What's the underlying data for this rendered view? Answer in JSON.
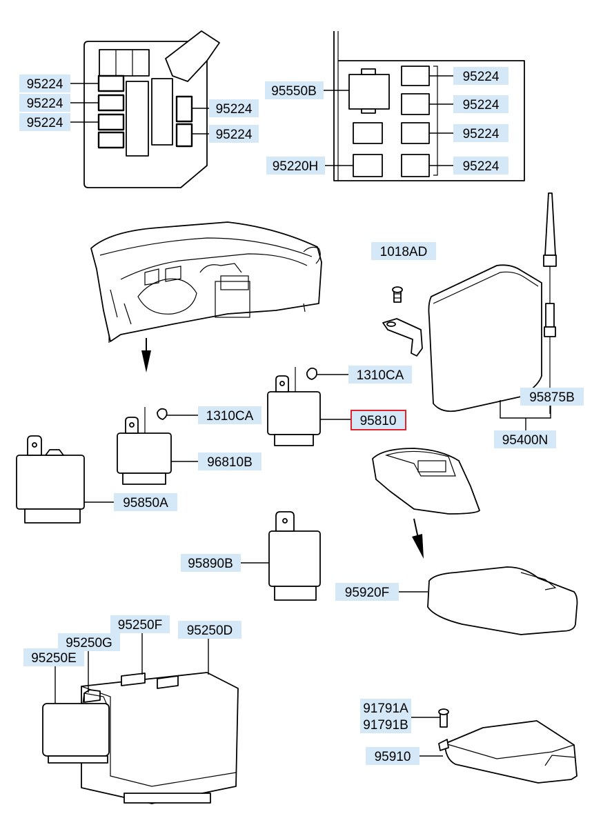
{
  "labels": {
    "p95224_a": "95224",
    "p95224_b": "95224",
    "p95224_c": "95224",
    "p95224_d": "95224",
    "p95224_e": "95224",
    "p95550b": "95550B",
    "p95220h": "95220H",
    "p95224_f": "95224",
    "p95224_g": "95224",
    "p95224_h": "95224",
    "p95224_i": "95224",
    "p1018ad": "1018AD",
    "p1310ca_a": "1310CA",
    "p1310ca_b": "1310CA",
    "p95810": "95810",
    "p96810b": "96810B",
    "p95850a": "95850A",
    "p95875b": "95875B",
    "p95400n": "95400N",
    "p95890b": "95890B",
    "p95920f": "95920F",
    "p95250f": "95250F",
    "p95250g": "95250G",
    "p95250d": "95250D",
    "p95250e": "95250E",
    "p91791a": "91791A",
    "p91791b": "91791B",
    "p95910": "95910"
  },
  "highlight": {
    "part": "95810",
    "color": "#e0202a"
  },
  "label_color": "#d5e8f7"
}
